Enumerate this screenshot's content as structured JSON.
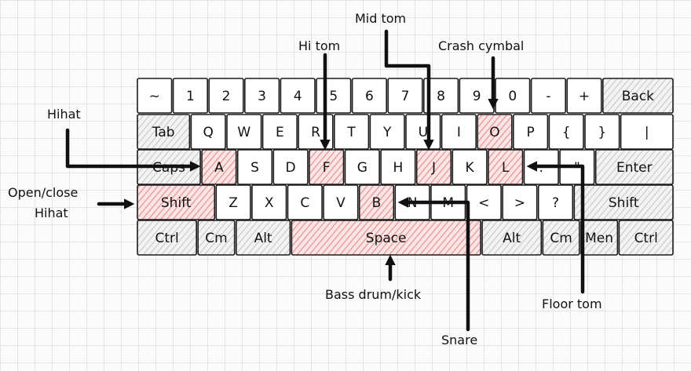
{
  "keyboard": {
    "rows": [
      [
        {
          "id": "tilde",
          "label": "~",
          "style": "plain"
        },
        {
          "id": "1",
          "label": "1",
          "style": "plain"
        },
        {
          "id": "2",
          "label": "2",
          "style": "plain"
        },
        {
          "id": "3",
          "label": "3",
          "style": "plain"
        },
        {
          "id": "4",
          "label": "4",
          "style": "plain"
        },
        {
          "id": "5",
          "label": "5",
          "style": "plain"
        },
        {
          "id": "6",
          "label": "6",
          "style": "plain"
        },
        {
          "id": "7",
          "label": "7",
          "style": "plain"
        },
        {
          "id": "8",
          "label": "8",
          "style": "plain"
        },
        {
          "id": "9",
          "label": "9",
          "style": "plain"
        },
        {
          "id": "0",
          "label": "0",
          "style": "plain"
        },
        {
          "id": "minus",
          "label": "-",
          "style": "plain"
        },
        {
          "id": "plus",
          "label": "+",
          "style": "plain"
        },
        {
          "id": "back",
          "label": "Back",
          "style": "grey"
        }
      ],
      [
        {
          "id": "tab",
          "label": "Tab",
          "style": "grey"
        },
        {
          "id": "q",
          "label": "Q",
          "style": "plain"
        },
        {
          "id": "w",
          "label": "W",
          "style": "plain"
        },
        {
          "id": "e",
          "label": "E",
          "style": "plain"
        },
        {
          "id": "r",
          "label": "R",
          "style": "plain"
        },
        {
          "id": "t",
          "label": "T",
          "style": "plain"
        },
        {
          "id": "y",
          "label": "Y",
          "style": "plain"
        },
        {
          "id": "u",
          "label": "U",
          "style": "plain"
        },
        {
          "id": "i",
          "label": "I",
          "style": "plain"
        },
        {
          "id": "o",
          "label": "O",
          "style": "red"
        },
        {
          "id": "p",
          "label": "P",
          "style": "plain"
        },
        {
          "id": "lbrace",
          "label": "{",
          "style": "plain"
        },
        {
          "id": "rbrace",
          "label": "}",
          "style": "plain"
        },
        {
          "id": "pipe",
          "label": "|",
          "style": "plain"
        }
      ],
      [
        {
          "id": "caps",
          "label": "Caps",
          "style": "grey"
        },
        {
          "id": "a",
          "label": "A",
          "style": "red"
        },
        {
          "id": "s",
          "label": "S",
          "style": "plain"
        },
        {
          "id": "d",
          "label": "D",
          "style": "plain"
        },
        {
          "id": "f",
          "label": "F",
          "style": "red"
        },
        {
          "id": "g",
          "label": "G",
          "style": "plain"
        },
        {
          "id": "h",
          "label": "H",
          "style": "plain"
        },
        {
          "id": "j",
          "label": "J",
          "style": "red"
        },
        {
          "id": "k",
          "label": "K",
          "style": "plain"
        },
        {
          "id": "l",
          "label": "L",
          "style": "red"
        },
        {
          "id": "colon",
          "label": ":",
          "style": "plain"
        },
        {
          "id": "quote",
          "label": "\"",
          "style": "plain"
        },
        {
          "id": "enter",
          "label": "Enter",
          "style": "grey"
        }
      ],
      [
        {
          "id": "lshift",
          "label": "Shift",
          "style": "red"
        },
        {
          "id": "z",
          "label": "Z",
          "style": "plain"
        },
        {
          "id": "x",
          "label": "X",
          "style": "plain"
        },
        {
          "id": "c",
          "label": "C",
          "style": "plain"
        },
        {
          "id": "v",
          "label": "V",
          "style": "plain"
        },
        {
          "id": "b",
          "label": "B",
          "style": "red"
        },
        {
          "id": "n",
          "label": "N",
          "style": "plain"
        },
        {
          "id": "m",
          "label": "M",
          "style": "plain"
        },
        {
          "id": "lt",
          "label": "<",
          "style": "plain"
        },
        {
          "id": "gt",
          "label": ">",
          "style": "plain"
        },
        {
          "id": "question",
          "label": "?",
          "style": "plain"
        },
        {
          "id": "rshift",
          "label": "Shift",
          "style": "grey"
        }
      ],
      [
        {
          "id": "lctrl",
          "label": "Ctrl",
          "style": "grey"
        },
        {
          "id": "lcmd",
          "label": "Cm",
          "style": "grey"
        },
        {
          "id": "lalt",
          "label": "Alt",
          "style": "grey"
        },
        {
          "id": "space",
          "label": "Space",
          "style": "red"
        },
        {
          "id": "ralt",
          "label": "Alt",
          "style": "grey"
        },
        {
          "id": "rcmd",
          "label": "Cm",
          "style": "grey"
        },
        {
          "id": "menu",
          "label": "Men",
          "style": "grey"
        },
        {
          "id": "rctrl",
          "label": "Ctrl",
          "style": "grey"
        }
      ]
    ]
  },
  "annotations": {
    "mid_tom": "Mid tom",
    "hi_tom": "Hi tom",
    "crash_cymbal": "Crash cymbal",
    "hihat": "Hihat",
    "open_close_hihat_1": "Open/close",
    "open_close_hihat_2": "Hihat",
    "bass_drum": "Bass drum/kick",
    "floor_tom": "Floor tom",
    "snare": "Snare"
  },
  "colors": {
    "highlight": "#e8898a",
    "modifier": "#9a9a9a",
    "key_fill": "#ffffff",
    "ink": "#111111"
  }
}
